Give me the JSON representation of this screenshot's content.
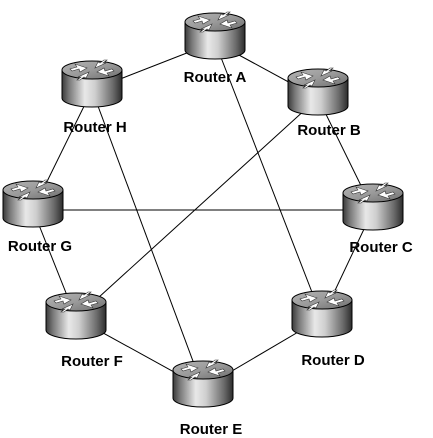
{
  "diagram": {
    "routers": [
      {
        "id": "A",
        "label": "Router A",
        "icon": "router-icon"
      },
      {
        "id": "B",
        "label": "Router B",
        "icon": "router-icon"
      },
      {
        "id": "C",
        "label": "Router C",
        "icon": "router-icon"
      },
      {
        "id": "D",
        "label": "Router D",
        "icon": "router-icon"
      },
      {
        "id": "E",
        "label": "Router E",
        "icon": "router-icon"
      },
      {
        "id": "F",
        "label": "Router F",
        "icon": "router-icon"
      },
      {
        "id": "G",
        "label": "Router G",
        "icon": "router-icon"
      },
      {
        "id": "H",
        "label": "Router H",
        "icon": "router-icon"
      }
    ],
    "links": [
      [
        "A",
        "B"
      ],
      [
        "B",
        "C"
      ],
      [
        "C",
        "D"
      ],
      [
        "D",
        "E"
      ],
      [
        "E",
        "F"
      ],
      [
        "F",
        "G"
      ],
      [
        "G",
        "H"
      ],
      [
        "H",
        "A"
      ],
      [
        "A",
        "D"
      ],
      [
        "H",
        "E"
      ],
      [
        "G",
        "C"
      ],
      [
        "B",
        "F"
      ]
    ]
  }
}
